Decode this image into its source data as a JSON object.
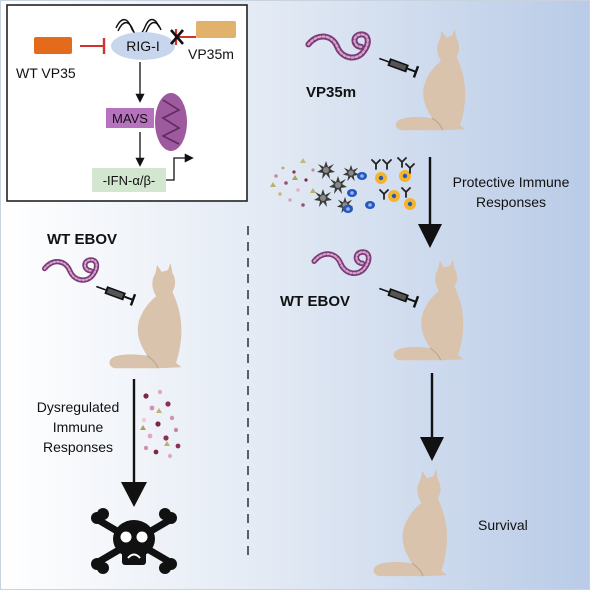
{
  "colors": {
    "background_gradient_start": "#ffffff",
    "background_gradient_end": "#b9cbe7",
    "cat": "#d9c3ad",
    "vp35_wt": "#e46a1c",
    "vp35_mut": "#e2b16b",
    "inhibit": "#d0322e",
    "rigi": "#c7d6ec",
    "mavs": "#b772bd",
    "mito": "#9e5a9e",
    "ifn_box": "#d3e6cf"
  },
  "inset": {
    "wt_vp35": "WT VP35",
    "rig_i": "RIG-I",
    "vp35m": "VP35m",
    "mavs": "MAVS",
    "ifn": "-IFN-α/β-"
  },
  "right_panel": {
    "vp35m_label": "VP35m",
    "protective_line1": "Protective Immune",
    "protective_line2": "Responses",
    "wt_ebov_label": "WT EBOV",
    "survival": "Survival"
  },
  "left_panel": {
    "wt_ebov_label": "WT EBOV",
    "dysregulated_line1": "Dysregulated",
    "dysregulated_line2": "Immune",
    "dysregulated_line3": "Responses"
  },
  "icons": {
    "virus": "ebola-virus-icon",
    "syringe": "syringe-icon",
    "cat": "cat-silhouette-icon",
    "skull": "skull-crossbones-icon",
    "cytokines": "cytokine-cluster-icon",
    "immune_cells": "immune-cells-icon",
    "antibodies": "antibody-icon"
  }
}
